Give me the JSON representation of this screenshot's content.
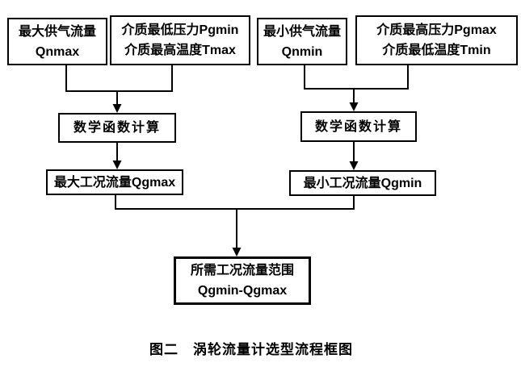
{
  "nodes": {
    "qnmax": {
      "line1": "最大供气流量",
      "line2": "Qnmax"
    },
    "pgmin_tmax": {
      "line1": "介质最低压力Pgmin",
      "line2": "介质最高温度Tmax"
    },
    "qnmin": {
      "line1": "最小供气流量",
      "line2": "Qnmin"
    },
    "pgmax_tmin": {
      "line1": "介质最高压力Pgmax",
      "line2": "介质最低温度Tmin"
    },
    "math_left": {
      "label": "数学函数计算"
    },
    "math_right": {
      "label": "数学函数计算"
    },
    "qgmax": {
      "label": "最大工况流量Qgmax"
    },
    "qgmin": {
      "label": "最小工况流量Qgmin"
    },
    "result": {
      "line1": "所需工况流量范围",
      "line2": "Qgmin-Qgmax"
    }
  },
  "caption": "图二　涡轮流量计选型流程框图",
  "colors": {
    "background": "#ffffff",
    "line": "#000000",
    "text": "#000000"
  }
}
